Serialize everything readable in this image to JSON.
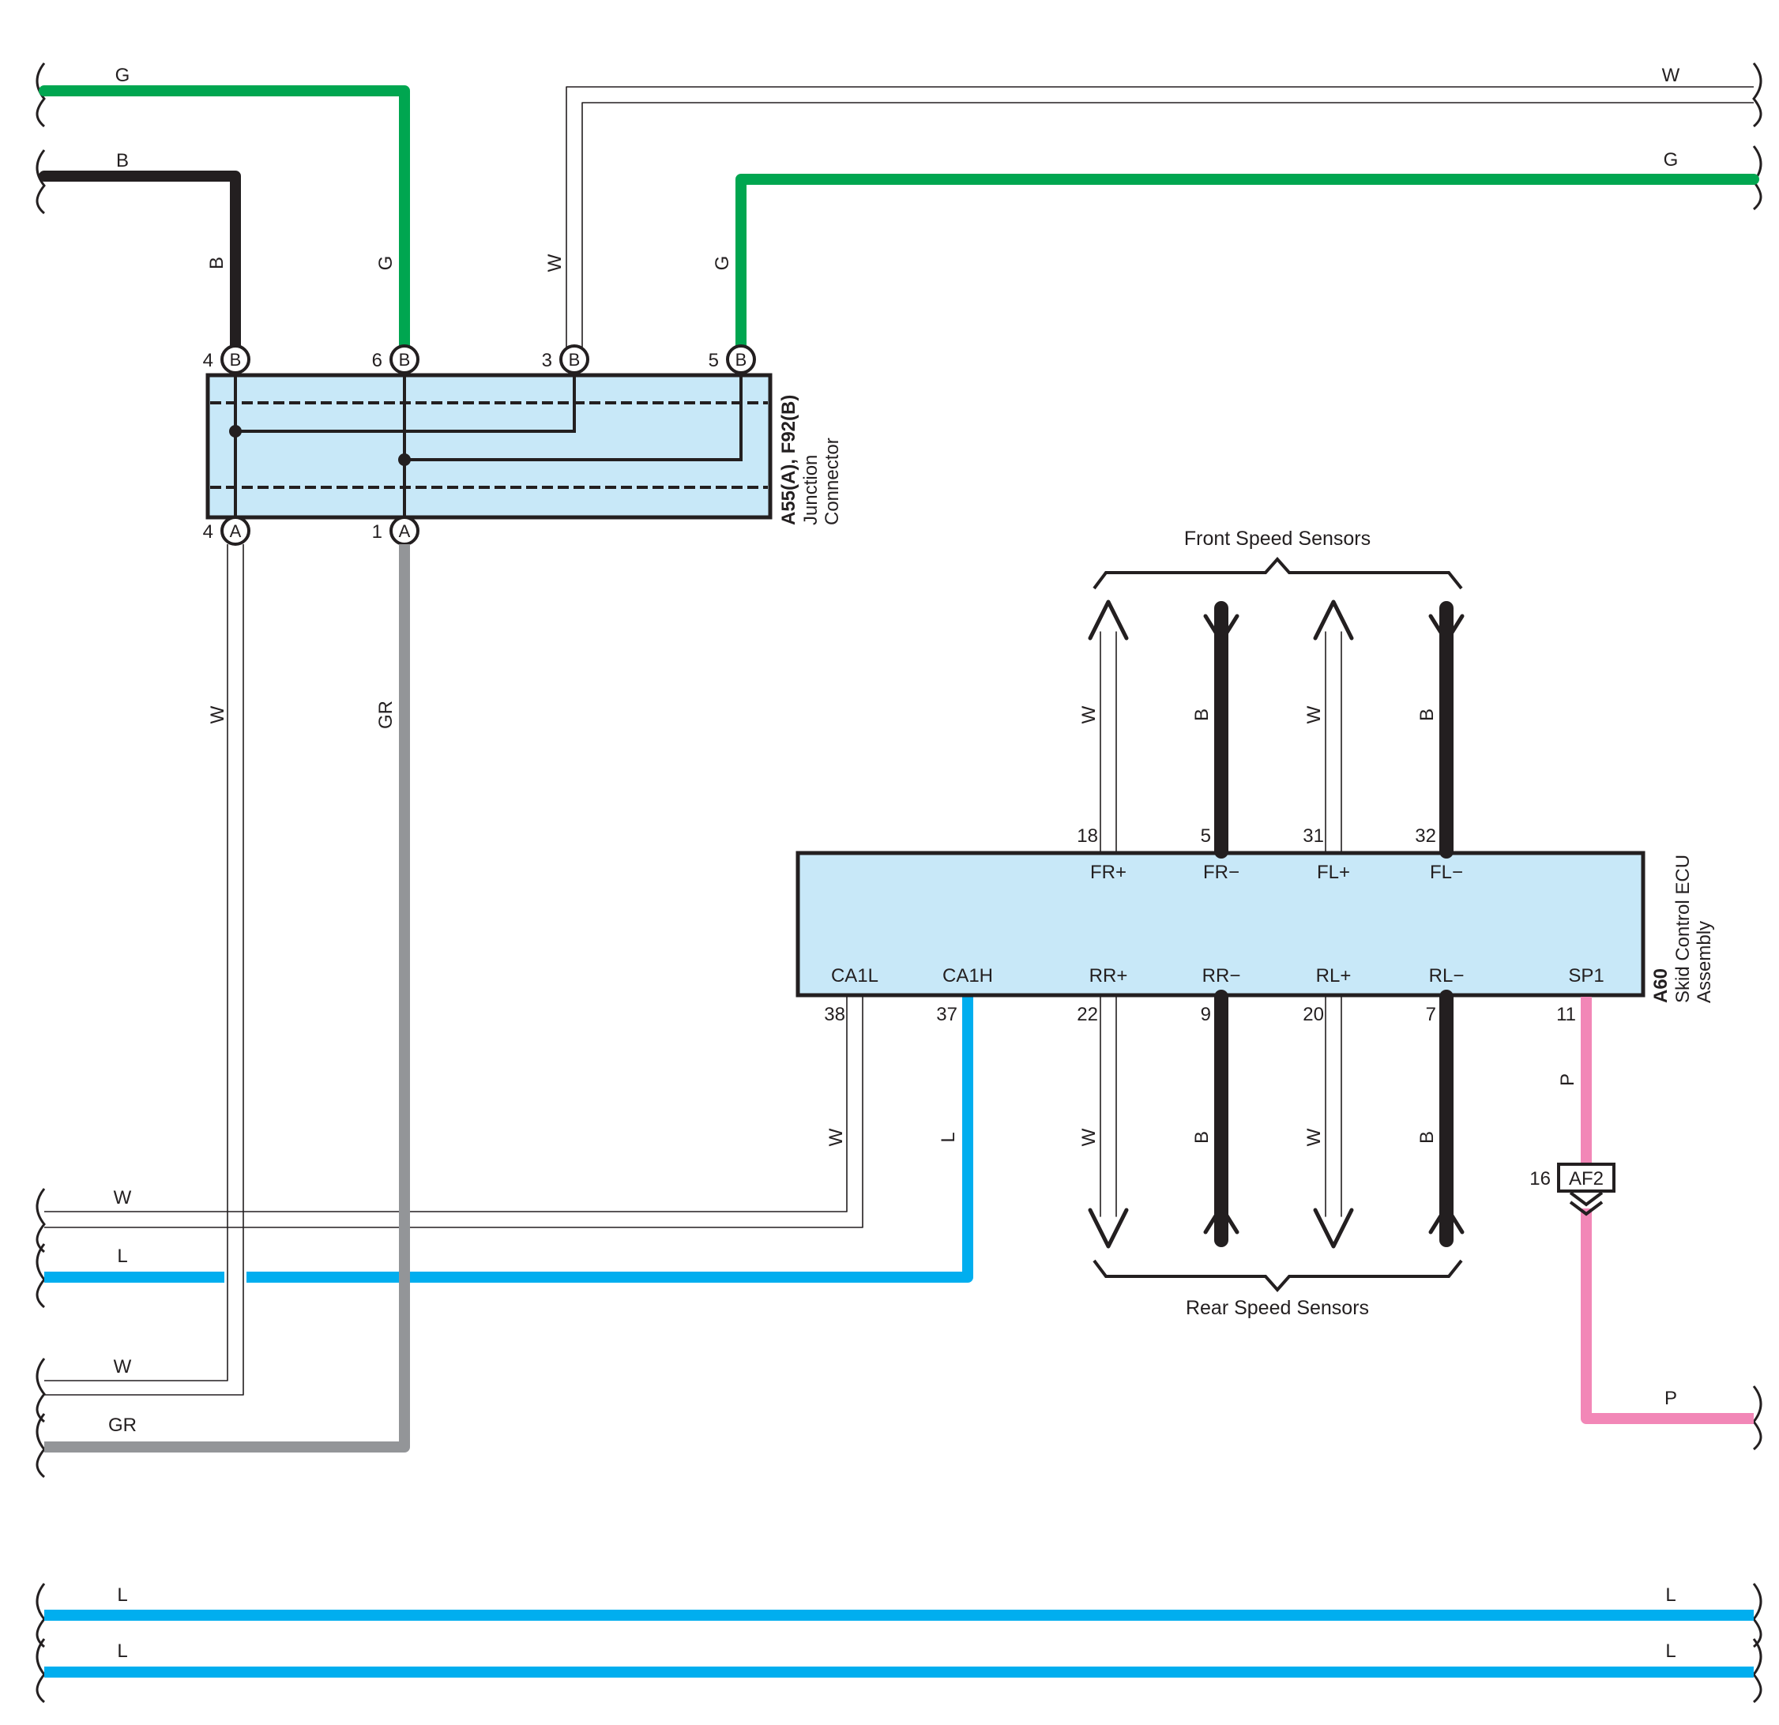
{
  "colors": {
    "G": "#00a650",
    "B": "#231f20",
    "W": "#ffffff",
    "L": "#00aeef",
    "GR": "#939598",
    "P": "#f287b7",
    "connector_fill": "#c8e8f8",
    "line": "#231f20"
  },
  "junction_connector": {
    "id": "A55(A), F92(B)",
    "name_line1": "Junction",
    "name_line2": "Connector",
    "top_pins": [
      {
        "number": "4",
        "letter": "B"
      },
      {
        "number": "6",
        "letter": "B"
      },
      {
        "number": "3",
        "letter": "B"
      },
      {
        "number": "5",
        "letter": "B"
      }
    ],
    "bottom_pins": [
      {
        "number": "4",
        "letter": "A"
      },
      {
        "number": "1",
        "letter": "A"
      }
    ]
  },
  "ecu": {
    "id": "A60",
    "name_line1": "Skid Control ECU",
    "name_line2": "Assembly",
    "top_terminals": [
      {
        "pin": "18",
        "name": "FR+",
        "wire": "W"
      },
      {
        "pin": "5",
        "name": "FR−",
        "wire": "B"
      },
      {
        "pin": "31",
        "name": "FL+",
        "wire": "W"
      },
      {
        "pin": "32",
        "name": "FL−",
        "wire": "B"
      }
    ],
    "bottom_terminals": [
      {
        "pin": "38",
        "name": "CA1L",
        "wire": "W"
      },
      {
        "pin": "37",
        "name": "CA1H",
        "wire": "L"
      },
      {
        "pin": "22",
        "name": "RR+",
        "wire": "W"
      },
      {
        "pin": "9",
        "name": "RR−",
        "wire": "B"
      },
      {
        "pin": "20",
        "name": "RL+",
        "wire": "W"
      },
      {
        "pin": "7",
        "name": "RL−",
        "wire": "B"
      },
      {
        "pin": "11",
        "name": "SP1",
        "wire": "P"
      }
    ]
  },
  "front_group_label": "Front Speed Sensors",
  "rear_group_label": "Rear Speed Sensors",
  "inline_connector": {
    "pin": "16",
    "name": "AF2"
  },
  "wire_labels": {
    "left_G": "G",
    "left_B": "B",
    "vert_B": "B",
    "vert_G1": "G",
    "vert_W": "W",
    "vert_G2": "G",
    "right_W": "W",
    "right_G": "G",
    "vert_W_down": "W",
    "vert_GR_down": "GR",
    "ca1l_W": "W",
    "ca1h_L": "L",
    "left_W1": "W",
    "left_L1": "L",
    "left_W2": "W",
    "left_GR": "GR",
    "sp1_P": "P",
    "right_P": "P",
    "bus1_left": "L",
    "bus1_right": "L",
    "bus2_left": "L",
    "bus2_right": "L"
  }
}
